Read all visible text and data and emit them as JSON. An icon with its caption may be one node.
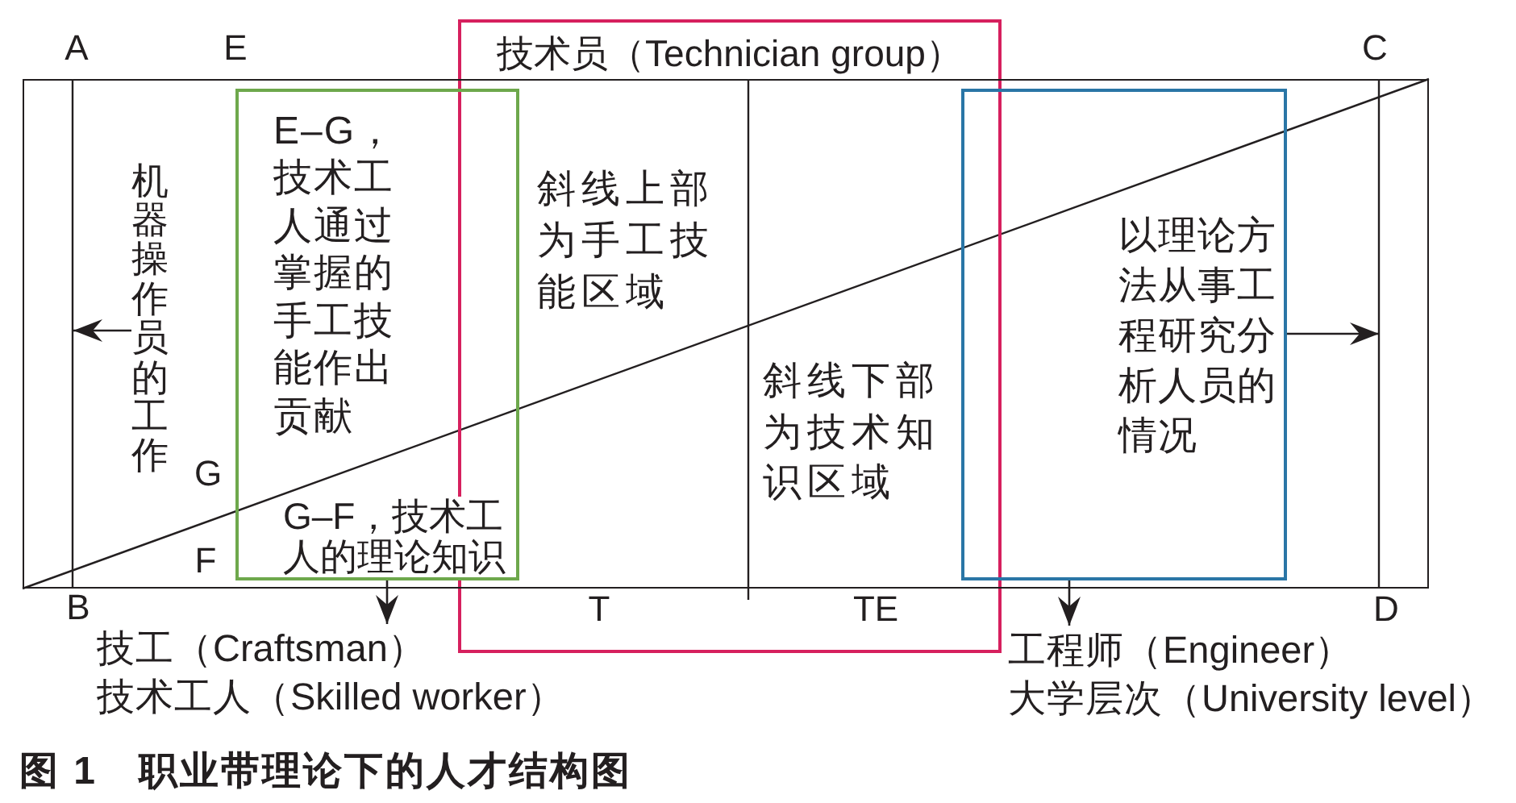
{
  "diagram": {
    "caption": "图 1　职业带理论下的人才结构图",
    "nodes": [
      {
        "text": [
          "技术员（Technician group）",
          "斜线上部为手工技能区域",
          "斜线下部为技术知识区域"
        ]
      },
      {
        "text": [],
        "shape": "box"
      },
      {
        "text": [
          "机器操作员的工作"
        ],
        "in": 1
      },
      {
        "text": [
          "E–G，技术工人通过掌握的手工技能作出贡献",
          "G–F，技术工人的理论知识"
        ],
        "in": 1
      },
      {
        "text": [
          "以理论方法从事工程研究分析人员的情况"
        ],
        "in": 1
      },
      {
        "text": [
          "技工（Craftsman）",
          "技术工人（Skilled worker）"
        ]
      },
      {
        "text": [
          "工程师（Engineer）",
          "大学层次（University level）"
        ]
      }
    ],
    "edges": [
      {
        "from": 2,
        "to": null,
        "arrow": "to"
      },
      {
        "from": 3,
        "to": 5,
        "arrow": "to"
      },
      {
        "from": 4,
        "to": null,
        "arrow": "to"
      },
      {
        "from": 4,
        "to": 6,
        "arrow": "to"
      }
    ],
    "labels": [
      "A",
      "E",
      "C",
      "G",
      "F",
      "B",
      "T",
      "TE",
      "D"
    ]
  }
}
